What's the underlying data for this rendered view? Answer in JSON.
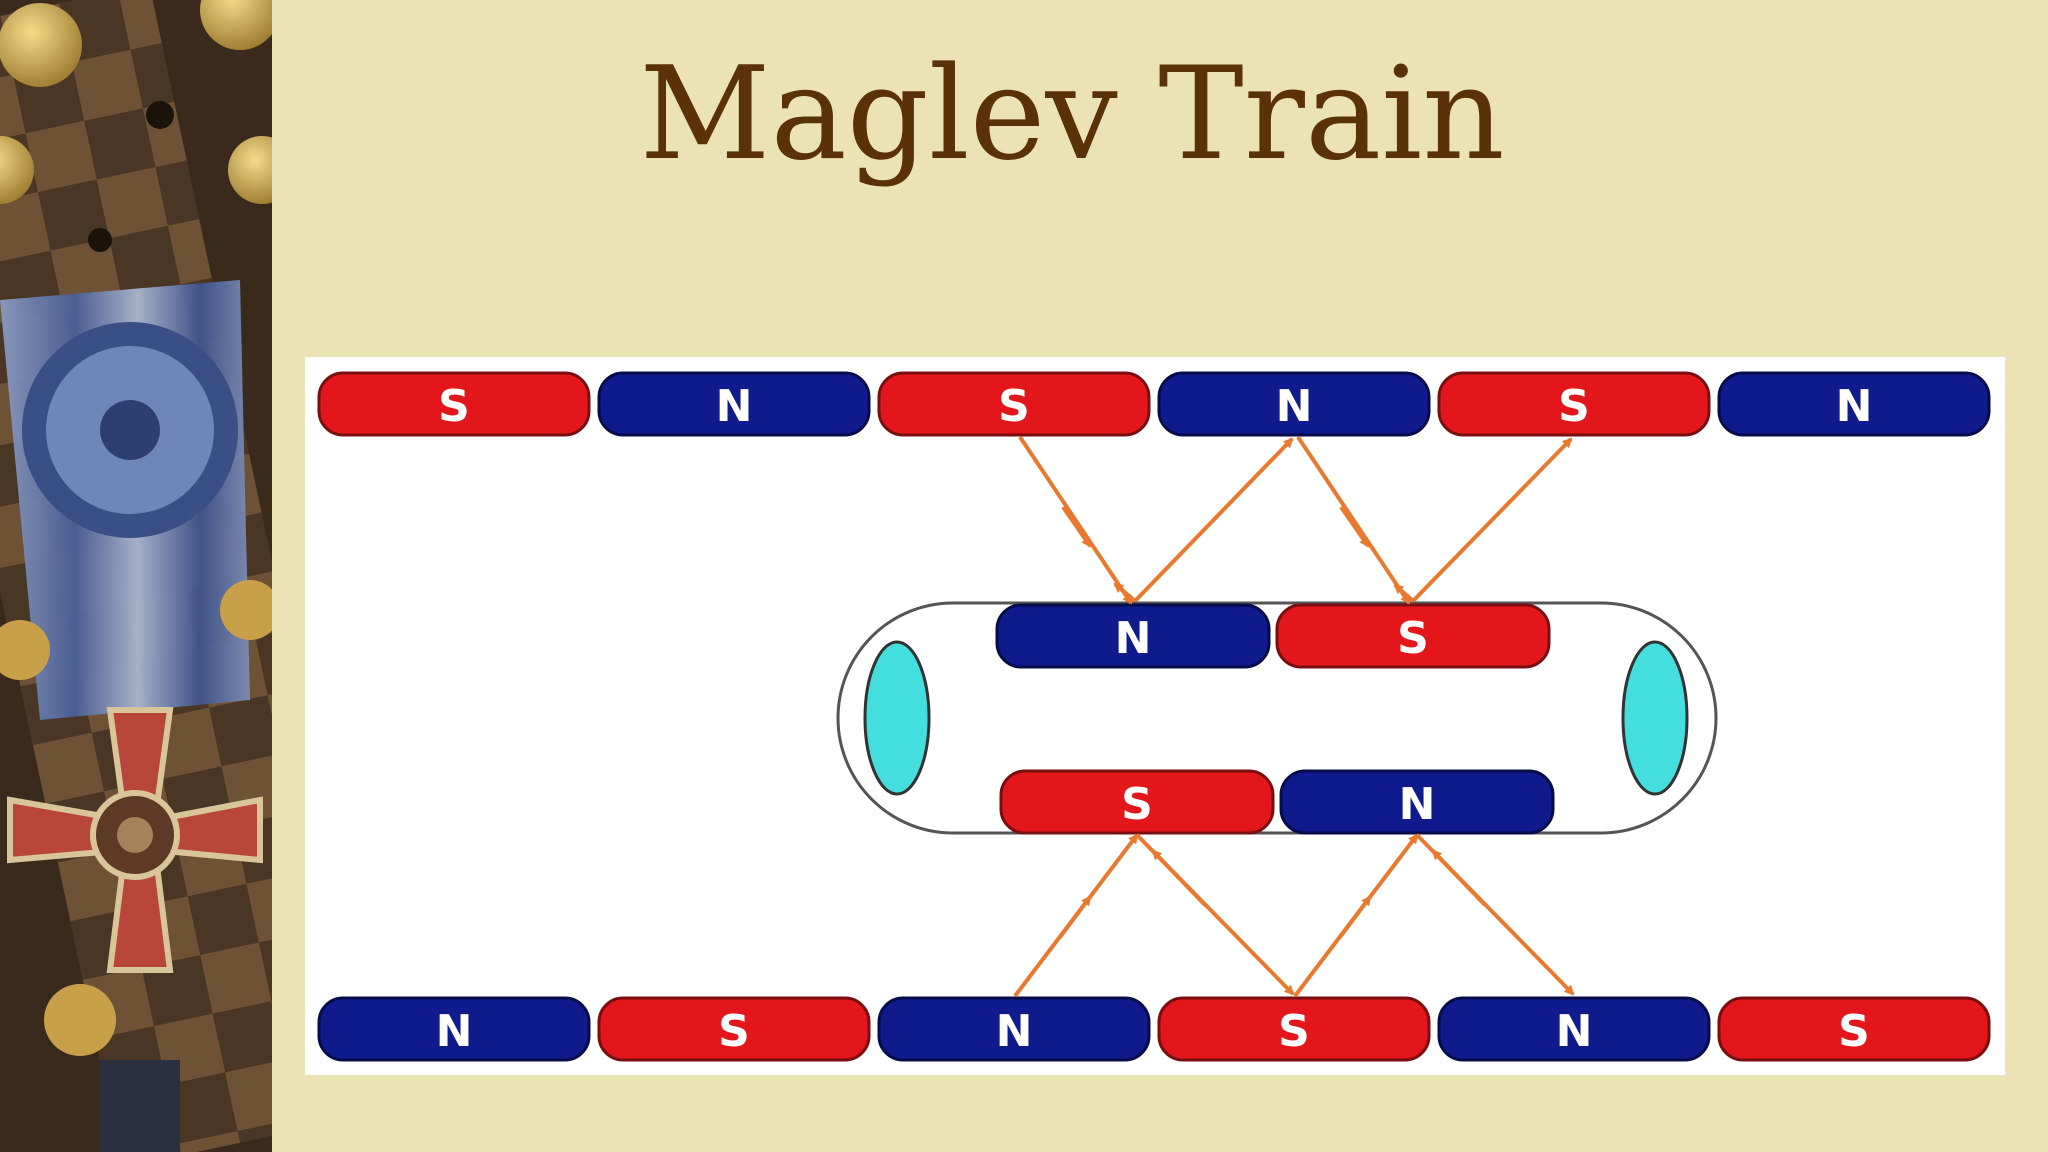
{
  "title": "Maglev Train",
  "colors": {
    "background": "#ebe3b6",
    "title": "#5a3108",
    "south_pole": "#e3161b",
    "north_pole": "#0f1a8c",
    "force_arrow": "#e8792f",
    "window": "#44dede"
  },
  "top_rail": [
    "S",
    "N",
    "S",
    "N",
    "S",
    "N"
  ],
  "train_top": [
    "N",
    "S"
  ],
  "train_bottom": [
    "S",
    "N"
  ],
  "bottom_rail": [
    "N",
    "S",
    "N",
    "S",
    "N",
    "S"
  ]
}
